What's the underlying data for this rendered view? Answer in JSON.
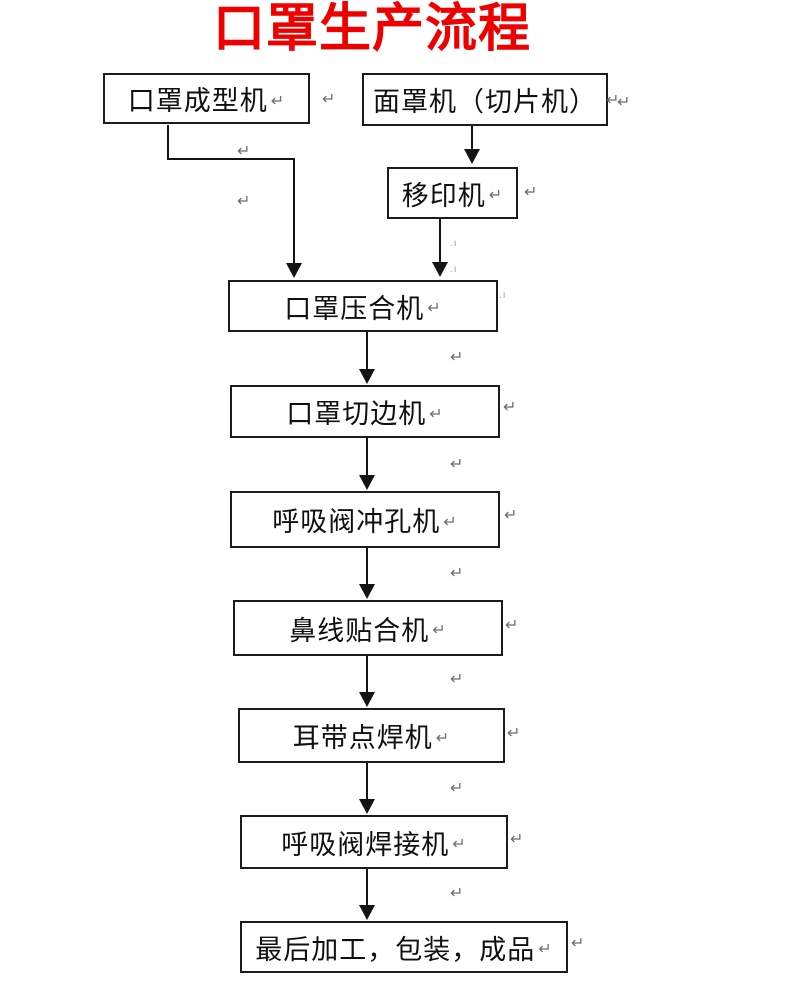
{
  "title": "口罩生产流程",
  "title_color": "#ee0000",
  "glyphs": {
    "return_mark": "↵",
    "faint_mark": ".ı"
  },
  "nodes": [
    {
      "label": "口罩成型机"
    },
    {
      "label": "面罩机（切片机）"
    },
    {
      "label": "移印机"
    },
    {
      "label": "口罩压合机"
    },
    {
      "label": "口罩切边机"
    },
    {
      "label": "呼吸阀冲孔机"
    },
    {
      "label": "鼻线贴合机"
    },
    {
      "label": "耳带点焊机"
    },
    {
      "label": "呼吸阀焊接机"
    },
    {
      "label": "最后加工，包装，成品"
    }
  ],
  "edges": [
    {
      "from": "口罩成型机",
      "to": "口罩压合机"
    },
    {
      "from": "面罩机（切片机）",
      "to": "移印机"
    },
    {
      "from": "移印机",
      "to": "口罩压合机"
    },
    {
      "from": "口罩压合机",
      "to": "口罩切边机"
    },
    {
      "from": "口罩切边机",
      "to": "呼吸阀冲孔机"
    },
    {
      "from": "呼吸阀冲孔机",
      "to": "鼻线贴合机"
    },
    {
      "from": "鼻线贴合机",
      "to": "耳带点焊机"
    },
    {
      "from": "耳带点焊机",
      "to": "呼吸阀焊接机"
    },
    {
      "from": "呼吸阀焊接机",
      "to": "最后加工，包装，成品"
    }
  ]
}
